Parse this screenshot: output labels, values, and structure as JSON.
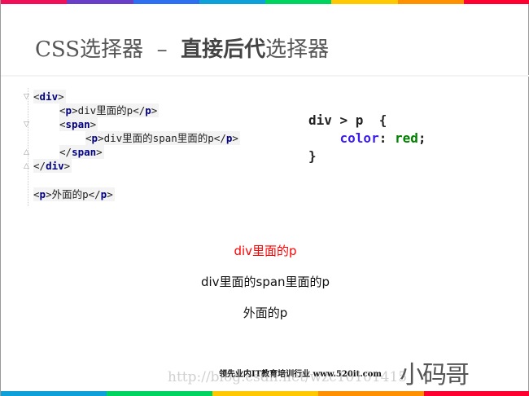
{
  "colors": {
    "top": [
      "#f0105a",
      "#6a3fc8",
      "#2c6ff0",
      "#0ea0d8",
      "#00d460",
      "#ffc800",
      "#ff9000",
      "#ff0030"
    ],
    "bottom": [
      "#0ea0d8",
      "#00d460",
      "#ffc800",
      "#ff9000",
      "#ff0030"
    ],
    "tag": "#000080",
    "property": "#3a1cf0",
    "value": "#008000",
    "red_text": "#ff0000"
  },
  "title": {
    "prefix": "CSS选择器  –  ",
    "bold": "直接后代",
    "suffix": "选择器"
  },
  "html_code": {
    "l1": {
      "open": "<",
      "tag": "div",
      "close": ">"
    },
    "l2": {
      "a": "<",
      "t1": "p",
      "b": ">div里面的p</",
      "t2": "p",
      "c": ">"
    },
    "l3": {
      "open": "<",
      "tag": "span",
      "close": ">"
    },
    "l4": {
      "a": "<",
      "t1": "p",
      "b": ">div里面的span里面的p</",
      "t2": "p",
      "c": ">"
    },
    "l5": {
      "open": "</",
      "tag": "span",
      "close": ">"
    },
    "l6": {
      "open": "</",
      "tag": "div",
      "close": ">"
    },
    "l7": {
      "a": "<",
      "t1": "p",
      "b": ">外面的p</",
      "t2": "p",
      "c": ">"
    }
  },
  "css_code": {
    "selector": "div > p  {",
    "property": "color",
    "colon": ": ",
    "value": "red",
    "semi": ";",
    "end": "}"
  },
  "demo": [
    "div里面的p",
    "div里面的span里面的p",
    "外面的p"
  ],
  "footer": "领先业内IT教育培训行业 www.520it.com",
  "watermark": "http://blog.csdn.net/wzc10101415",
  "logo": "小码哥"
}
